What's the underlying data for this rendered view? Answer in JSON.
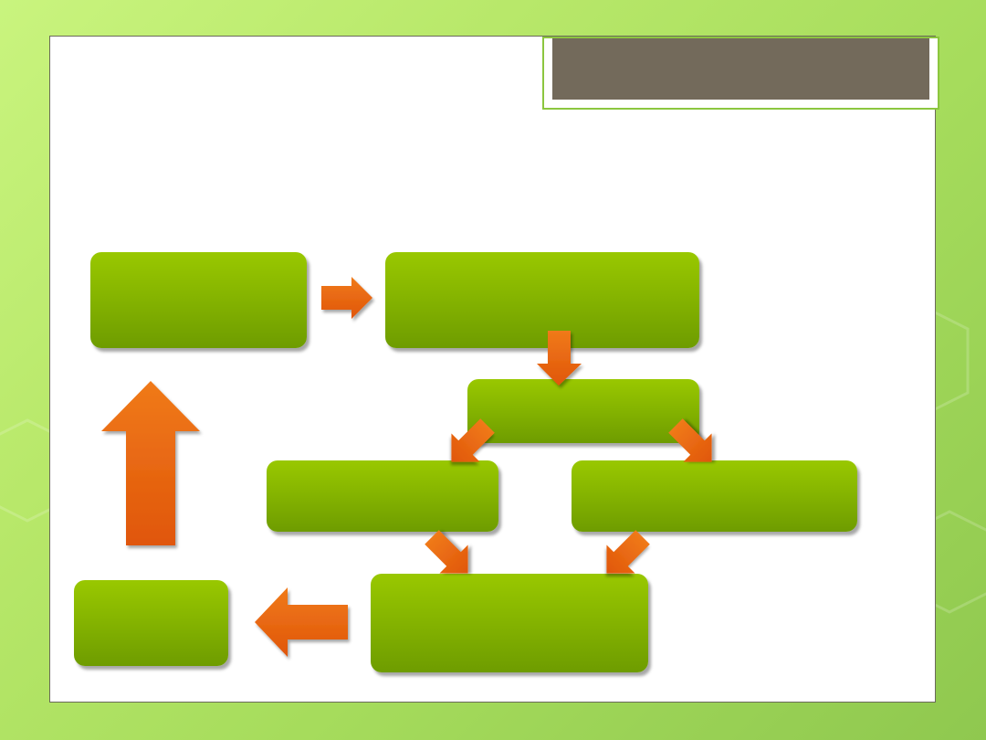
{
  "slide": {
    "title": ""
  },
  "diagram": {
    "nodes": [
      {
        "id": "n1",
        "label": ""
      },
      {
        "id": "n2",
        "label": ""
      },
      {
        "id": "n3",
        "label": ""
      },
      {
        "id": "n4",
        "label": ""
      },
      {
        "id": "n5",
        "label": ""
      },
      {
        "id": "n6",
        "label": ""
      },
      {
        "id": "n7",
        "label": ""
      }
    ],
    "edges": [
      {
        "from": "n1",
        "to": "n2"
      },
      {
        "from": "n2",
        "to": "n3"
      },
      {
        "from": "n3",
        "to": "n4"
      },
      {
        "from": "n3",
        "to": "n5"
      },
      {
        "from": "n4",
        "to": "n6"
      },
      {
        "from": "n5",
        "to": "n6"
      },
      {
        "from": "n6",
        "to": "n7"
      },
      {
        "from": "n7",
        "to": "n1"
      }
    ]
  },
  "colors": {
    "node_green": "#86b500",
    "arrow_orange": "#e8620a",
    "title_bar": "#736a5b",
    "background_green": "#b8e86a"
  }
}
